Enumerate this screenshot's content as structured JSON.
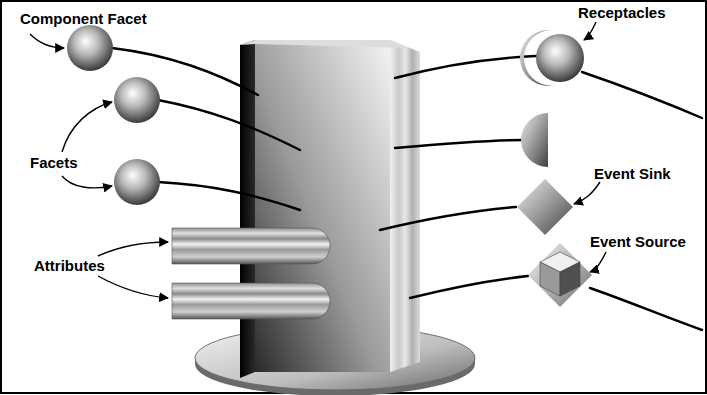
{
  "diagram": {
    "labels": [
      "Component Facet",
      "Receptacles",
      "Facets",
      "Event Sink",
      "Attributes",
      "Event Source"
    ]
  }
}
